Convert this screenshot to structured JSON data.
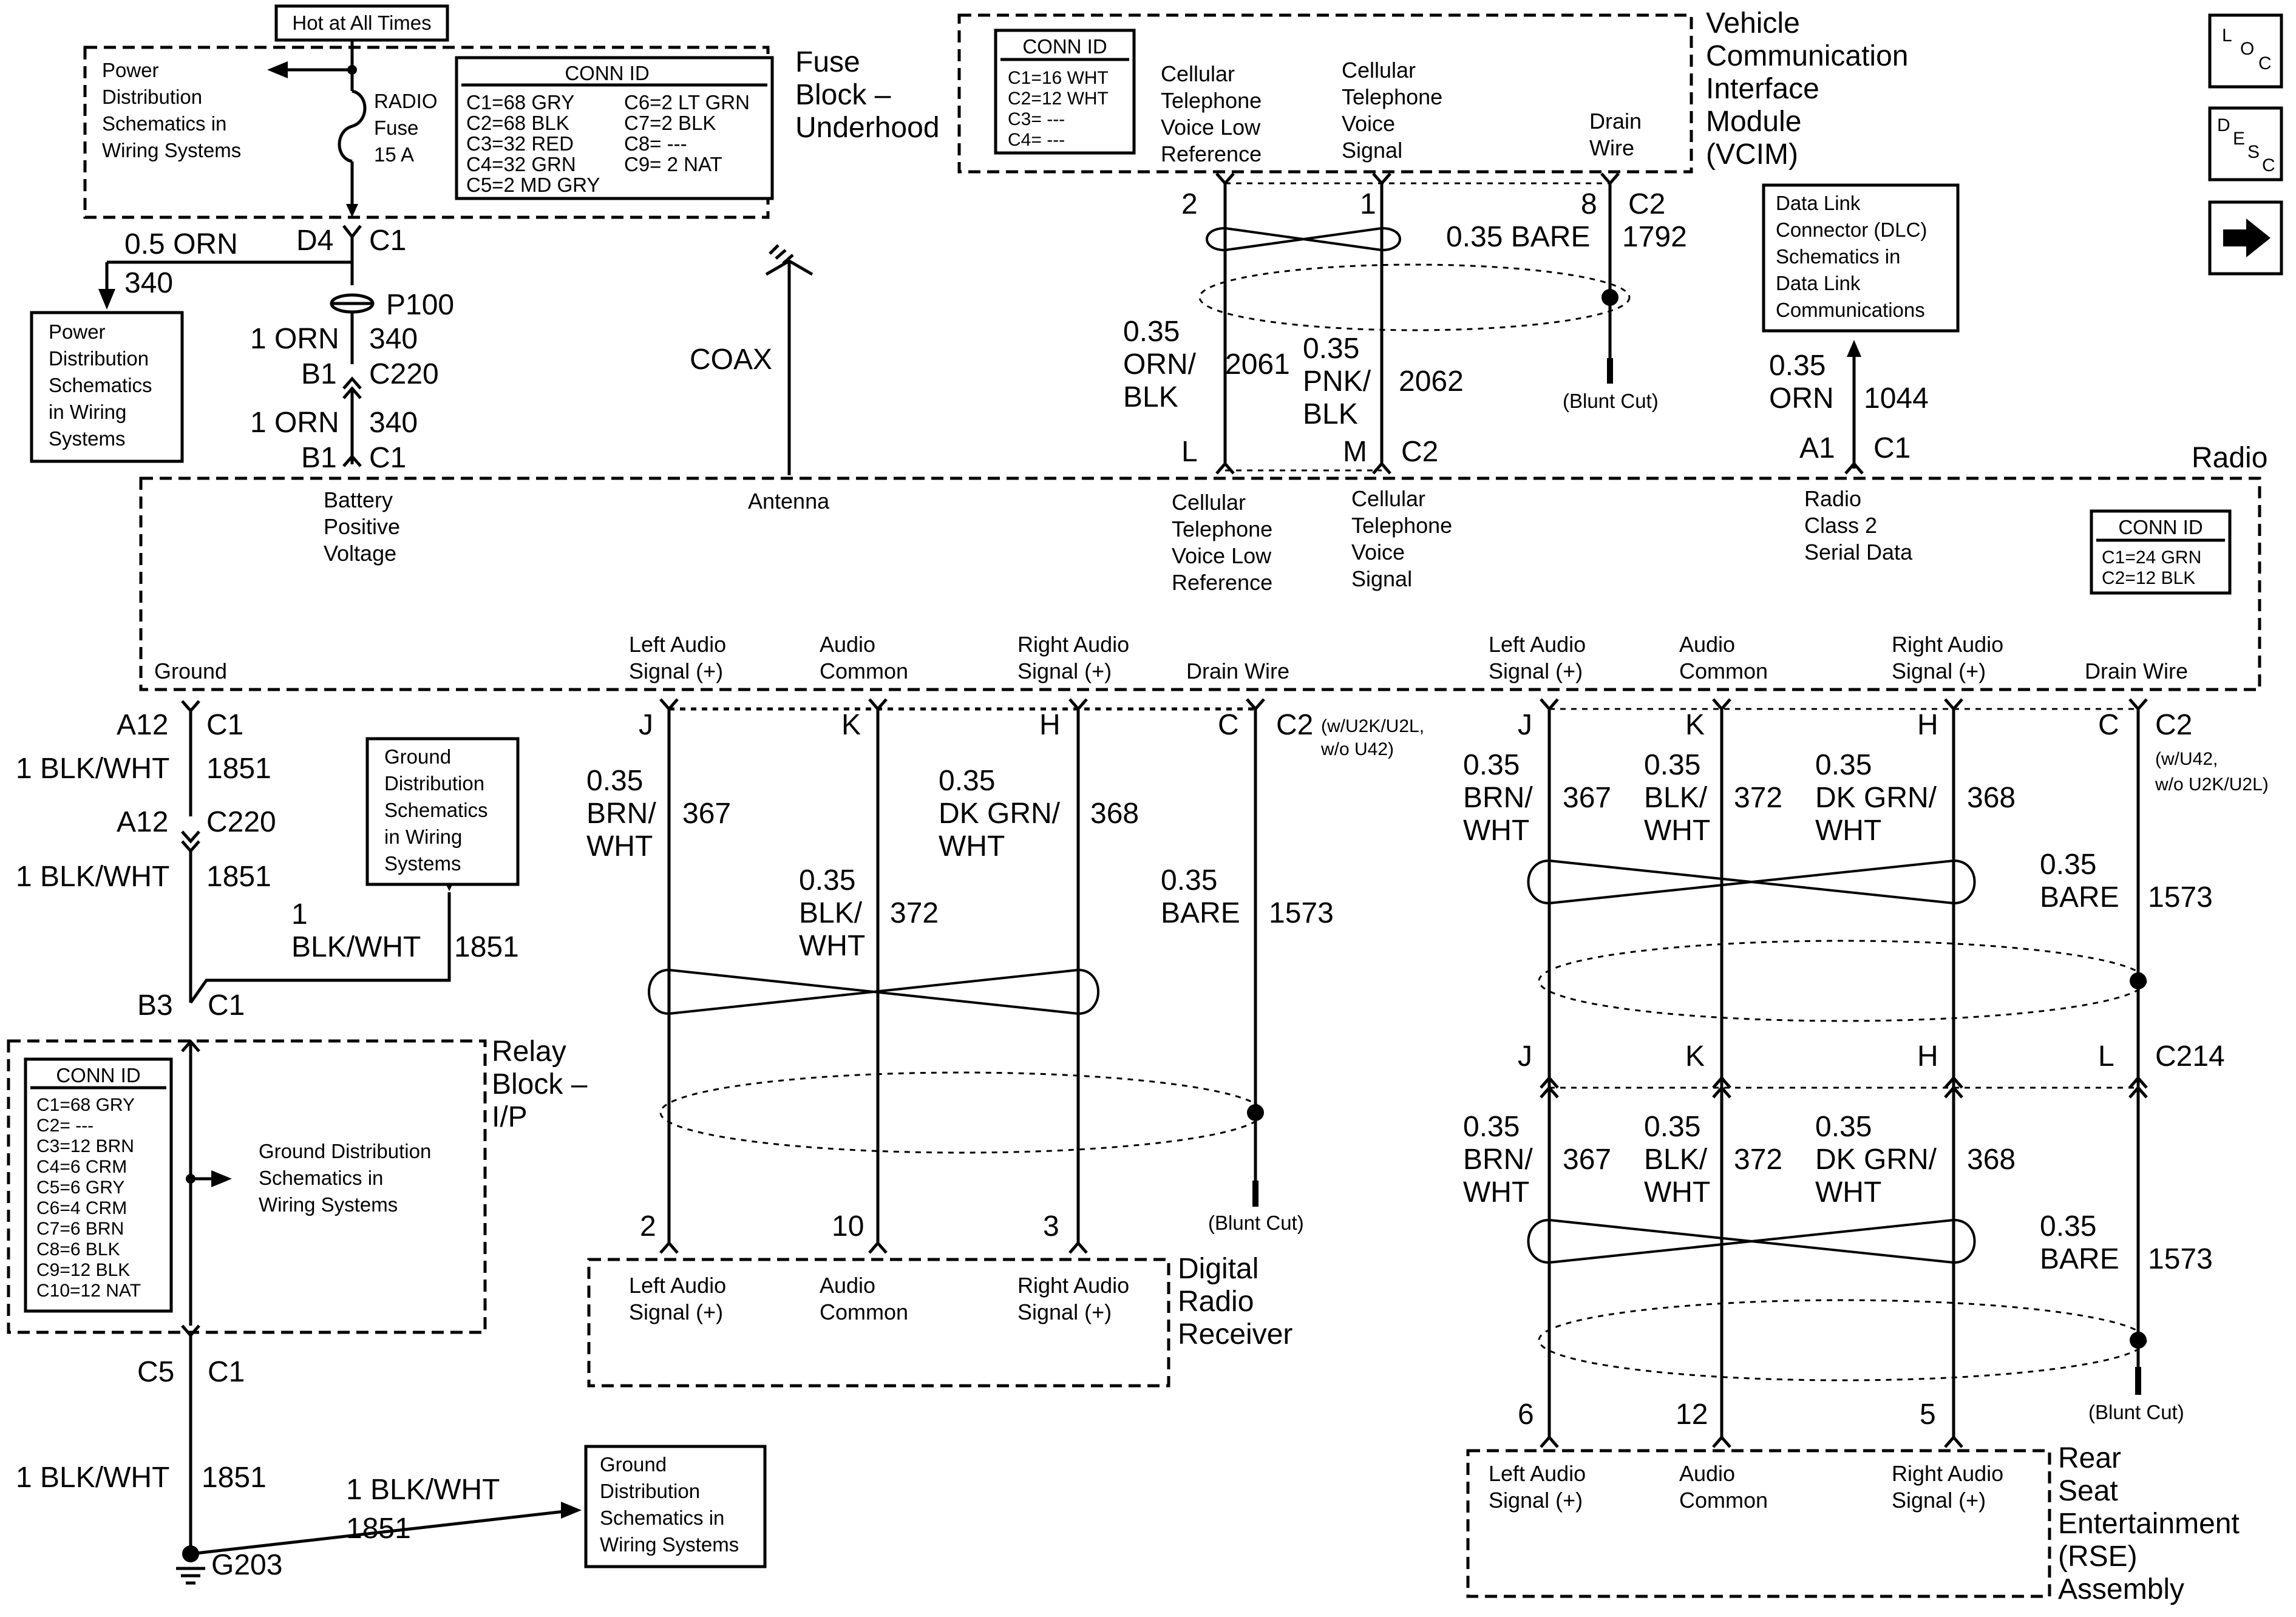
{
  "navigation": {
    "loc": {
      "l1": "L",
      "l2": "O",
      "l3": "C"
    },
    "desc": {
      "l1": "D",
      "l2": "E",
      "l3": "S",
      "l4": "C"
    }
  },
  "fuse_block": {
    "hot_label": "Hot at All Times",
    "title": [
      "Fuse",
      "Block –",
      "Underhood"
    ],
    "power_ref": [
      "Power",
      "Distribution",
      "Schematics in",
      "Wiring Systems"
    ],
    "fuse_label": [
      "RADIO",
      "Fuse",
      "15 A"
    ],
    "conn_title": "CONN ID",
    "conn_left": [
      "C1=68 GRY",
      "C2=68 BLK",
      "C3=32 RED",
      "C4=32 GRN",
      "C5=2 MD GRY"
    ],
    "conn_right": [
      "C6=2 LT GRN",
      "C7=2 BLK",
      "C8= ---",
      "C9= 2 NAT"
    ]
  },
  "power_feed": {
    "pin": "D4",
    "conn": "C1",
    "wire": "0.5 ORN",
    "circuit": "340",
    "ref": [
      "Power",
      "Distribution",
      "Schematics",
      "in Wiring",
      "Systems"
    ],
    "splice": "P100",
    "w1": "1 ORN",
    "c1": "340",
    "pin_b1": "B1",
    "conn_c220": "C220",
    "w2": "1 ORN",
    "c2": "340",
    "pin_b1_radio": "B1",
    "conn_radio": "C1"
  },
  "antenna": {
    "label": "COAX"
  },
  "vcim": {
    "title": [
      "Vehicle",
      "Communication",
      "Interface",
      "Module",
      "(VCIM)"
    ],
    "conn_title": "CONN ID",
    "conn": [
      "C1=16 WHT",
      "C2=12 WHT",
      "C3= ---",
      "C4= ---"
    ],
    "sig1": [
      "Cellular",
      "Telephone",
      "Voice Low",
      "Reference"
    ],
    "sig2": [
      "Cellular",
      "Telephone",
      "Voice",
      "Signal"
    ],
    "sig3": [
      "Drain",
      "Wire"
    ],
    "pin2": "2",
    "pin1": "1",
    "pin8": "8",
    "conn_c2": "C2",
    "circ_1792": "1792",
    "bare": "0.35 BARE",
    "blunt": "(Blunt Cut)",
    "w_orn": [
      "0.35",
      "ORN/",
      "BLK"
    ],
    "c_2061": "2061",
    "w_pnk": [
      "0.35",
      "PNK/",
      "BLK"
    ],
    "c_2062": "2062",
    "pin_l": "L",
    "pin_m": "M",
    "conn_radio": "C2"
  },
  "dlc": {
    "ref": [
      "Data Link",
      "Connector (DLC)",
      "Schematics in",
      "Data Link",
      "Communications"
    ],
    "wire": [
      "0.35",
      "ORN"
    ],
    "circuit": "1044",
    "pin": "A1",
    "conn": "C1"
  },
  "radio": {
    "title": "Radio",
    "battery": [
      "Battery",
      "Positive",
      "Voltage"
    ],
    "antenna": "Antenna",
    "cell_low": [
      "Cellular",
      "Telephone",
      "Voice Low",
      "Reference"
    ],
    "cell_sig": [
      "Cellular",
      "Telephone",
      "Voice",
      "Signal"
    ],
    "class2": [
      "Radio",
      "Class 2",
      "Serial Data"
    ],
    "conn_title": "CONN ID",
    "conn": [
      "C1=24 GRN",
      "C2=12 BLK"
    ],
    "ground": "Ground",
    "left_audio": [
      "Left Audio",
      "Signal (+)"
    ],
    "audio_common": [
      "Audio",
      "Common"
    ],
    "right_audio": [
      "Right Audio",
      "Signal (+)"
    ],
    "drain": "Drain Wire"
  },
  "ground_circuit": {
    "pin_a12": "A12",
    "conn_c1": "C1",
    "w1": "1 BLK/WHT",
    "c1": "1851",
    "pin_a12b": "A12",
    "conn_c220": "C220",
    "w2": "1 BLK/WHT",
    "c2": "1851",
    "branch_w": [
      "1",
      "BLK/WHT"
    ],
    "branch_c": "1851",
    "ref1": [
      "Ground",
      "Distribution",
      "Schematics",
      "in Wiring",
      "Systems"
    ],
    "pin_b3": "B3",
    "conn_b3": "C1",
    "pin_c5": "C5",
    "conn_c5": "C1",
    "w3": "1 BLK/WHT",
    "c3": "1851",
    "w4": "1 BLK/WHT",
    "c4": "1851",
    "ref2": [
      "Ground",
      "Distribution",
      "Schematics in",
      "Wiring Systems"
    ],
    "ground": "G203"
  },
  "relay_block": {
    "title": [
      "Relay",
      "Block –",
      "I/P"
    ],
    "conn_title": "CONN ID",
    "conn": [
      "C1=68 GRY",
      "C2= ---",
      "C3=12 BRN",
      "C4=6 CRM",
      "C5=6 GRY",
      "C6=4 CRM",
      "C7=6 BRN",
      "C8=6 BLK",
      "C9=12 BLK",
      "C10=12 NAT"
    ],
    "ref": [
      "Ground Distribution",
      "Schematics in",
      "Wiring Systems"
    ]
  },
  "drr": {
    "pins": [
      "J",
      "K",
      "H",
      "C"
    ],
    "conn": "C2",
    "option": [
      "(w/U2K/U2L,",
      "w/o U42)"
    ],
    "w_left": [
      "0.35",
      "BRN/",
      "WHT"
    ],
    "c_left": "367",
    "w_common": [
      "0.35",
      "BLK/",
      "WHT"
    ],
    "c_common": "372",
    "w_right": [
      "0.35",
      "DK GRN/",
      "WHT"
    ],
    "c_right": "368",
    "w_drain": [
      "0.35",
      "BARE"
    ],
    "c_drain": "1573",
    "blunt": "(Blunt Cut)",
    "pin_nums": [
      "2",
      "10",
      "3"
    ],
    "title": [
      "Digital",
      "Radio",
      "Receiver"
    ],
    "left_audio": [
      "Left Audio",
      "Signal (+)"
    ],
    "audio_common": [
      "Audio",
      "Common"
    ],
    "right_audio": [
      "Right Audio",
      "Signal (+)"
    ]
  },
  "rse": {
    "pins": [
      "J",
      "K",
      "H",
      "C"
    ],
    "conn": "C2",
    "option": [
      "(w/U42,",
      "w/o U2K/U2L)"
    ],
    "w_left": [
      "0.35",
      "BRN/",
      "WHT"
    ],
    "c_left": "367",
    "w_common": [
      "0.35",
      "BLK/",
      "WHT"
    ],
    "c_common": "372",
    "w_right": [
      "0.35",
      "DK GRN/",
      "WHT"
    ],
    "c_right": "368",
    "w_drain": [
      "0.35",
      "BARE"
    ],
    "c_drain": "1573",
    "inline_pins": [
      "J",
      "K",
      "H",
      "L"
    ],
    "inline_conn": "C214",
    "w2_left": [
      "0.35",
      "BRN/",
      "WHT"
    ],
    "c2_left": "367",
    "w2_common": [
      "0.35",
      "BLK/",
      "WHT"
    ],
    "c2_common": "372",
    "w2_right": [
      "0.35",
      "DK GRN/",
      "WHT"
    ],
    "c2_right": "368",
    "w2_drain": [
      "0.35",
      "BARE"
    ],
    "c2_drain": "1573",
    "blunt": "(Blunt Cut)",
    "pin_nums": [
      "6",
      "12",
      "5"
    ],
    "title": [
      "Rear",
      "Seat",
      "Entertainment",
      "(RSE)",
      "Assembly"
    ],
    "left_audio": [
      "Left Audio",
      "Signal (+)"
    ],
    "audio_common": [
      "Audio",
      "Common"
    ],
    "right_audio": [
      "Right Audio",
      "Signal (+)"
    ]
  }
}
